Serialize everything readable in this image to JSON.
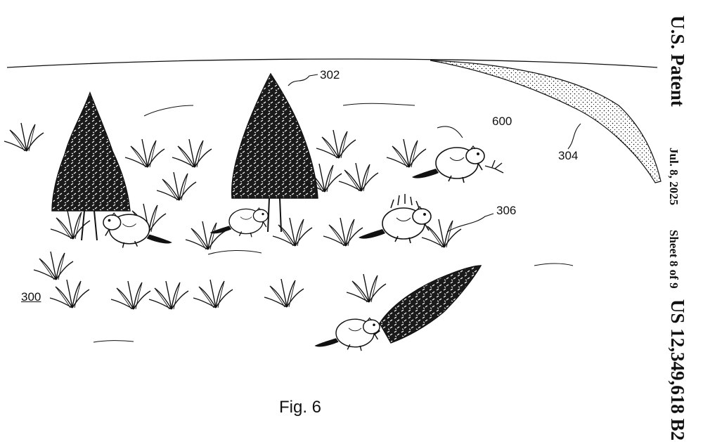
{
  "header": {
    "patent": "U.S. Patent",
    "date": "Jul. 8, 2025",
    "sheet": "Sheet 8 of 9",
    "number": "US 12,349,618 B2"
  },
  "figure": {
    "caption": "Fig. 6"
  },
  "refs": {
    "r300": "300",
    "r302": "302",
    "r304": "304",
    "r306": "306",
    "r600": "600"
  },
  "colors": {
    "ink": "#111111",
    "paper": "#ffffff"
  }
}
